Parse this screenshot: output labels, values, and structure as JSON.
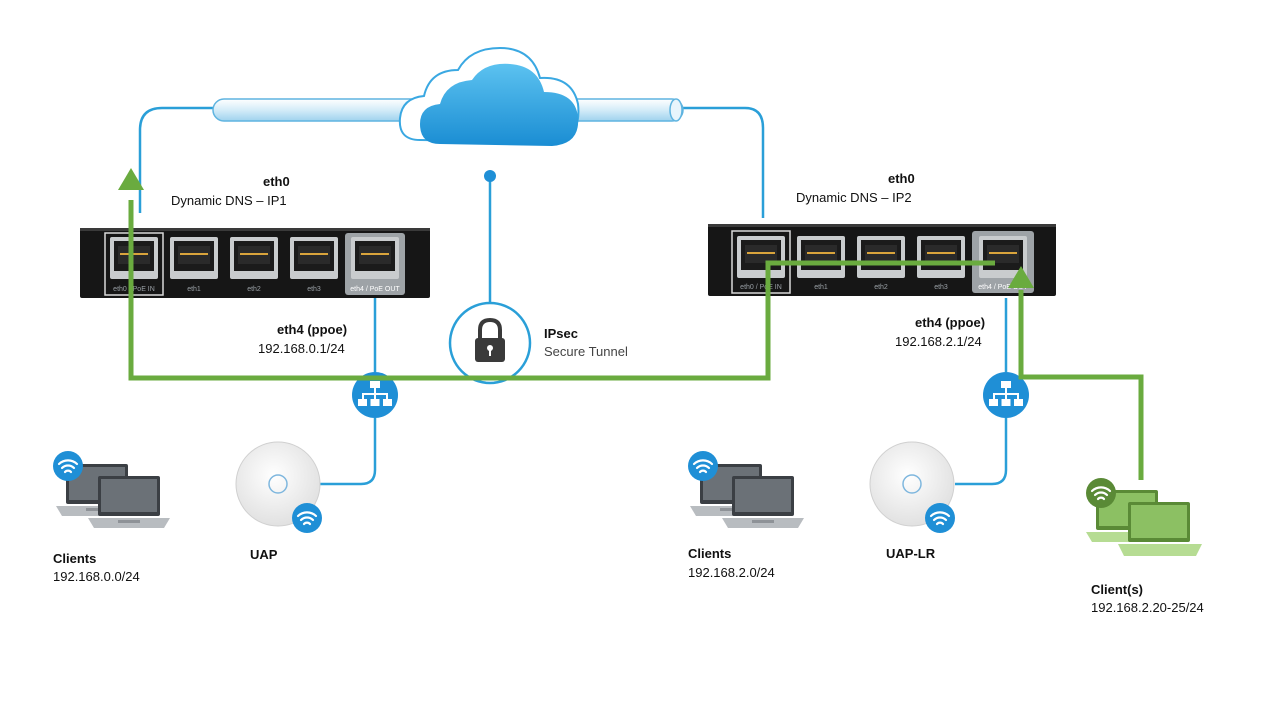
{
  "left_router": {
    "wan_port": "eth0",
    "wan_desc": "Dynamic DNS – IP1",
    "lan_port": "eth4 (ppoe)",
    "lan_subnet": "192.168.0.1/24",
    "ports": [
      "eth0 / PoE IN",
      "eth1",
      "eth2",
      "eth3",
      "eth4 / PoE OUT"
    ]
  },
  "right_router": {
    "wan_port": "eth0",
    "wan_desc": "Dynamic DNS – IP2",
    "lan_port": "eth4 (ppoe)",
    "lan_subnet": "192.168.2.1/24",
    "ports": [
      "eth0 / PoE IN",
      "eth1",
      "eth2",
      "eth3",
      "eth4 / PoE OUT"
    ]
  },
  "tunnel": {
    "title": "IPsec",
    "subtitle": "Secure Tunnel"
  },
  "left_site": {
    "clients_title": "Clients",
    "clients_subnet": "192.168.0.0/24",
    "ap_name": "UAP"
  },
  "right_site": {
    "clients_title": "Clients",
    "clients_subnet": "192.168.2.0/24",
    "ap_name": "UAP-LR",
    "special_title": "Client(s)",
    "special_subnet": "192.168.2.20-25/24"
  },
  "colors": {
    "link_blue": "#2a9fd8",
    "route_green": "#6aab3f",
    "router_body": "#1a1a1a",
    "icon_blue": "#1f8fd6"
  },
  "icons": [
    "cloud-icon",
    "lock-icon",
    "switch-icon",
    "wifi-icon",
    "laptop-icon",
    "access-point-icon"
  ]
}
